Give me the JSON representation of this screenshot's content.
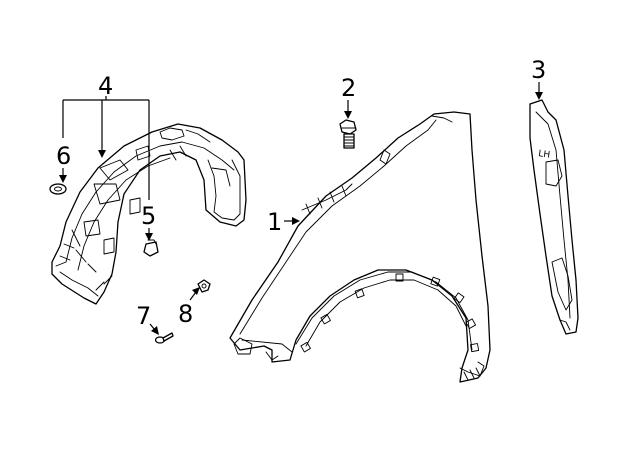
{
  "diagram": {
    "callouts": [
      {
        "id": "1",
        "text": "1"
      },
      {
        "id": "2",
        "text": "2"
      },
      {
        "id": "3",
        "text": "3"
      },
      {
        "id": "4",
        "text": "4"
      },
      {
        "id": "5",
        "text": "5"
      },
      {
        "id": "6",
        "text": "6"
      },
      {
        "id": "7",
        "text": "7"
      },
      {
        "id": "8",
        "text": "8"
      }
    ],
    "part_marking": "LH"
  }
}
